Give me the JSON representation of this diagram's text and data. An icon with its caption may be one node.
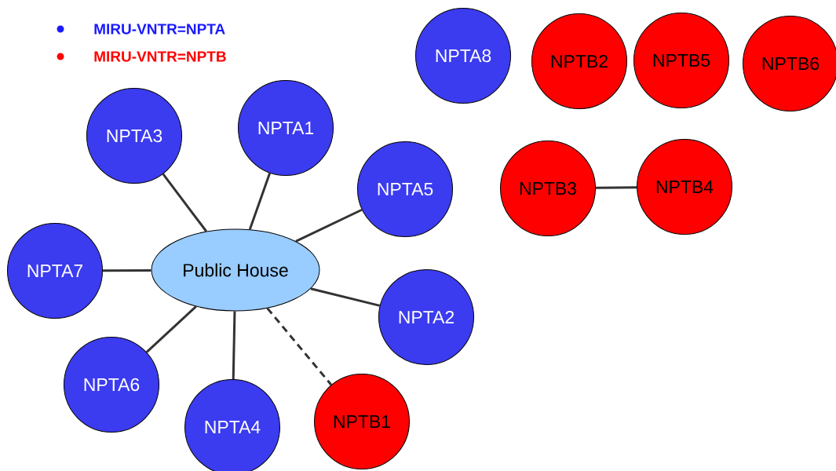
{
  "diagram": {
    "nodes": [
      {
        "text": [
          "NPTA8"
        ]
      },
      {
        "text": [
          "NPTB2"
        ]
      },
      {
        "text": [
          "NPTB5"
        ]
      },
      {
        "text": [
          "NPTB6"
        ]
      },
      {
        "text": [
          "NPTA3"
        ]
      },
      {
        "text": [
          "NPTA1"
        ]
      },
      {
        "text": [
          "NPTB3"
        ]
      },
      {
        "text": [
          "NPTB4"
        ]
      },
      {
        "text": [
          "NPTA5"
        ]
      },
      {
        "text": [
          "NPTA7"
        ]
      },
      {
        "text": [
          "Public House"
        ]
      },
      {
        "text": [
          "NPTA2"
        ]
      },
      {
        "text": [
          "NPTA6"
        ]
      },
      {
        "text": [
          "NPTA4"
        ]
      },
      {
        "text": [
          "NPTB1"
        ]
      }
    ],
    "edges": [
      {
        "from": 10,
        "to": 4,
        "arrow": "none"
      },
      {
        "from": 10,
        "to": 5,
        "arrow": "none"
      },
      {
        "from": 10,
        "to": 8,
        "arrow": "none"
      },
      {
        "from": 10,
        "to": 9,
        "arrow": "none"
      },
      {
        "from": 10,
        "to": 11,
        "arrow": "none"
      },
      {
        "from": 10,
        "to": 12,
        "arrow": "none"
      },
      {
        "from": 10,
        "to": 13,
        "arrow": "none"
      },
      {
        "from": 10,
        "to": 14,
        "arrow": "none",
        "style": "dashed"
      },
      {
        "from": 6,
        "to": 7,
        "arrow": "none"
      }
    ],
    "legend": [
      {
        "text": "MIRU-VNTR=NPTA",
        "color": "#1a1aff"
      },
      {
        "text": "MIRU-VNTR=NPTB",
        "color": "#ff0000"
      }
    ]
  }
}
